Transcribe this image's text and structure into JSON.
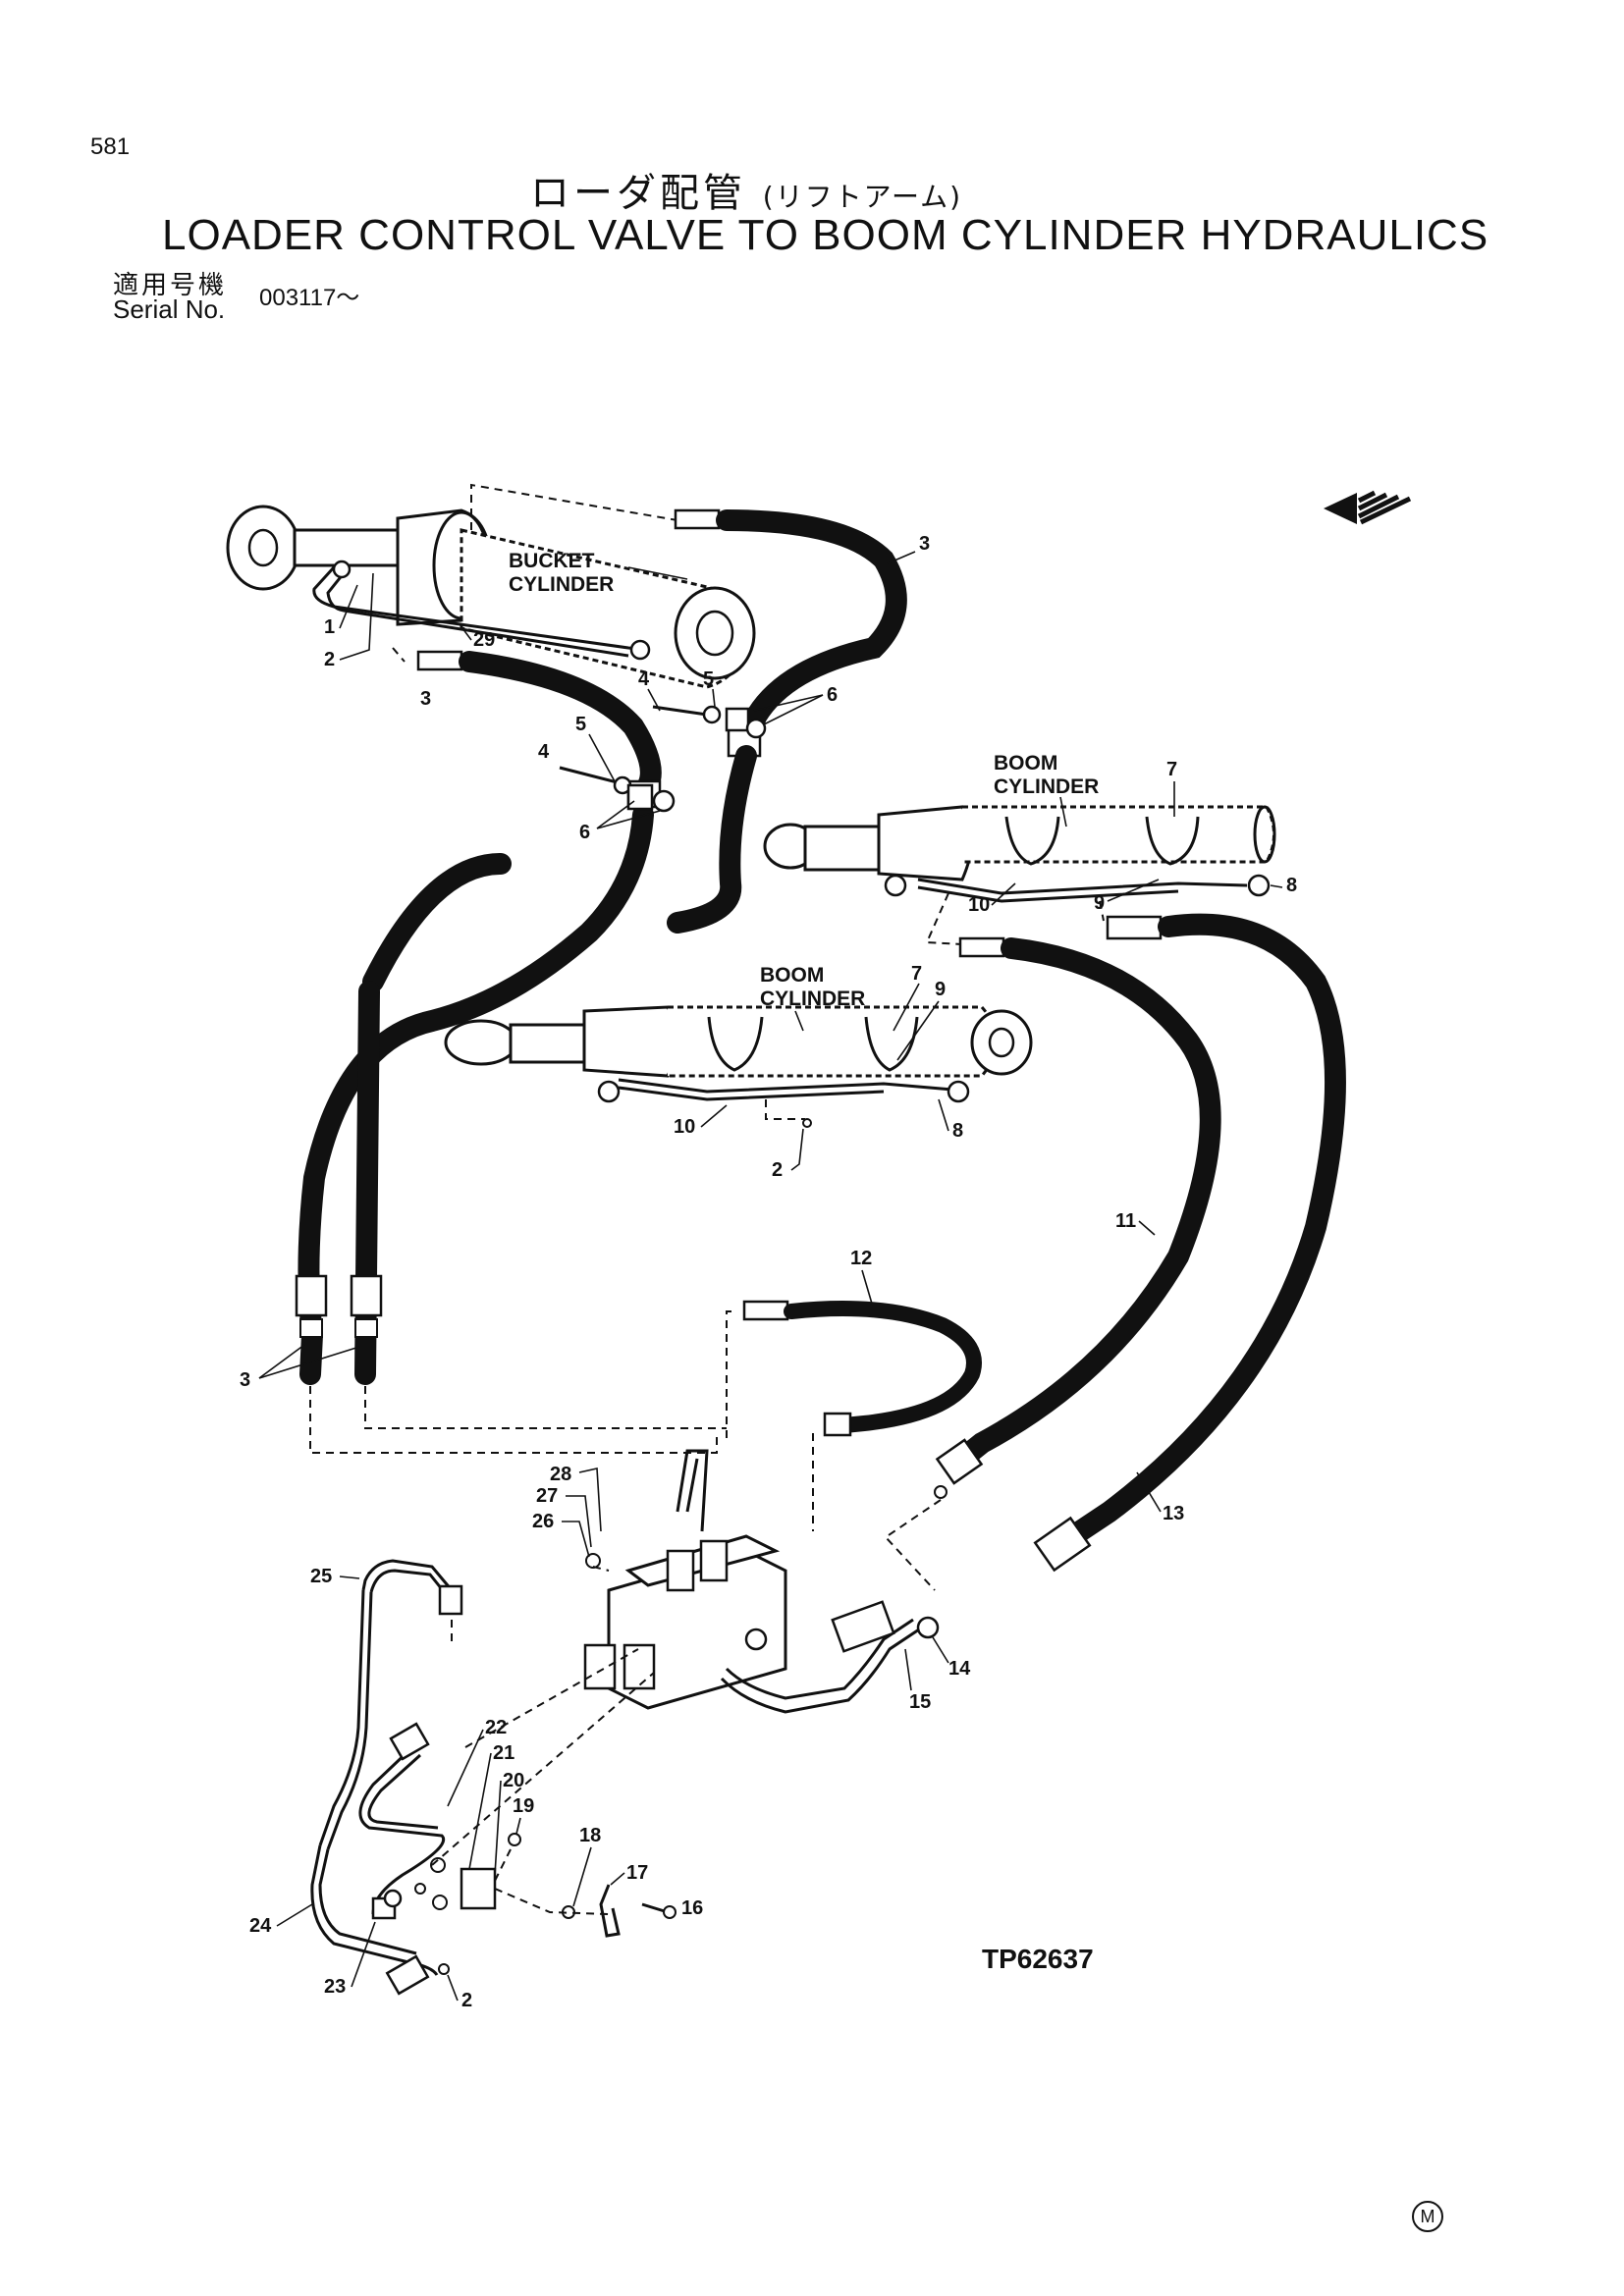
{
  "page_number": "581",
  "title_jp": "ローダ配管",
  "title_jp_sub": "(リフトアーム)",
  "title_en": "LOADER CONTROL VALVE TO BOOM CYLINDER HYDRAULICS",
  "serial_label_jp": "適用号機",
  "serial_label_en": "Serial No.",
  "serial_value": "003117～",
  "drawing_code": "TP62637",
  "mark_symbol": "M",
  "component_labels": {
    "bucket_cylinder": [
      "BUCKET",
      "CYLINDER"
    ],
    "boom_cylinder_upper": [
      "BOOM",
      "CYLINDER"
    ],
    "boom_cylinder_lower": [
      "BOOM",
      "CYLINDER"
    ]
  },
  "callouts": [
    "1",
    "2",
    "3",
    "4",
    "5",
    "6",
    "7",
    "8",
    "9",
    "10",
    "11",
    "12",
    "13",
    "14",
    "15",
    "16",
    "17",
    "18",
    "19",
    "20",
    "21",
    "22",
    "23",
    "24",
    "25",
    "26",
    "27",
    "28",
    "29"
  ],
  "icons": {
    "direction_arrow": "arrow-left-icon"
  }
}
